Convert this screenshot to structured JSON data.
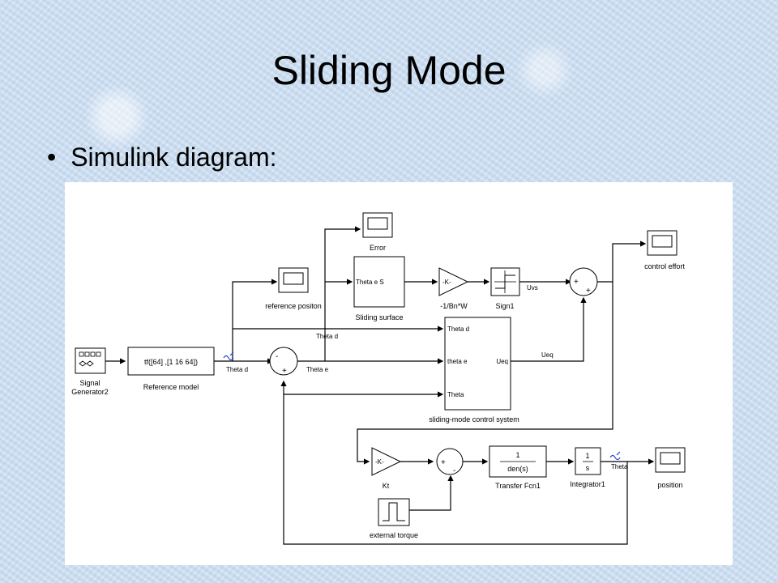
{
  "slide": {
    "title": "Sliding Mode",
    "bullet": "Simulink diagram:"
  },
  "diagram": {
    "blocks": {
      "signal_generator": "Signal\nGenerator2",
      "reference_model": "Reference model",
      "reference_model_expr": "tf([64] ,[1  16 64])",
      "reference_position": "reference positon",
      "error": "Error",
      "sliding_surface": "Sliding surface",
      "sliding_surface_port": "Theta e S",
      "gain_k1": "-1/Bn*W",
      "gain_label": "-K-",
      "sign": "Sign1",
      "control_effort": "control effort",
      "smc_system": "sliding-mode control system",
      "smc_port_theta_d": "Theta d",
      "smc_port_theta_e": "theta e",
      "smc_port_theta": "Theta",
      "smc_port_ueq": "Ueq",
      "gain_kt": "Kt",
      "transfer_fcn": "Transfer Fcn1",
      "transfer_num": "1",
      "transfer_den": "den(s)",
      "integrator": "Integrator1",
      "integrator_num": "1",
      "integrator_den": "s",
      "position": "position",
      "external_torque": "external torque"
    },
    "signals": {
      "theta_d_1": "Theta d",
      "theta_d_2": "Theta d",
      "theta_e": "Theta e",
      "uvs": "Uvs",
      "ueq": "Ueq",
      "theta": "Theta"
    },
    "sum_signs": {
      "plus": "+",
      "minus": "-"
    }
  }
}
